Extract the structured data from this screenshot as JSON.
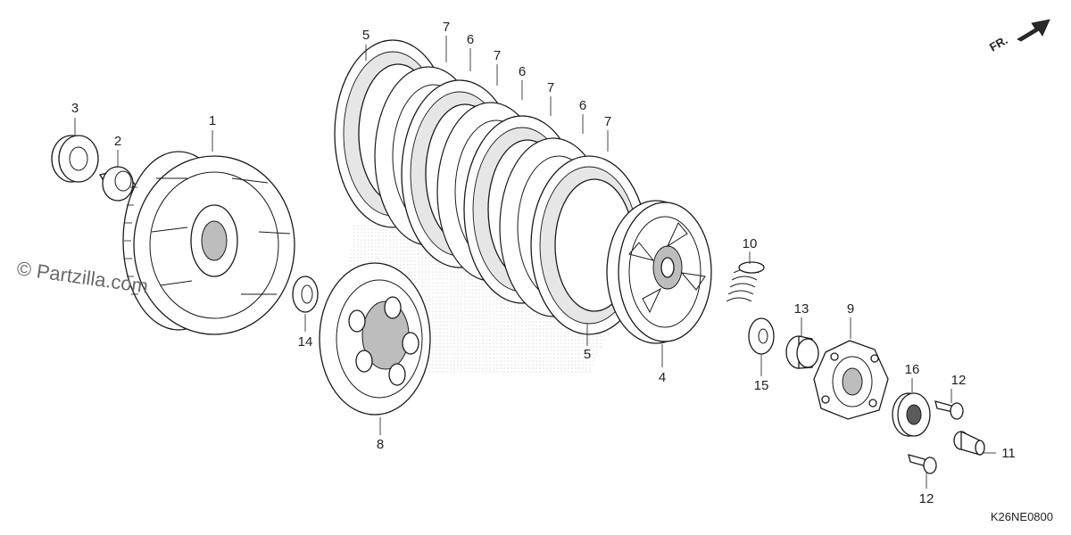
{
  "callouts": [
    {
      "label": "1"
    },
    {
      "label": "2"
    },
    {
      "label": "3"
    },
    {
      "label": "4"
    },
    {
      "label": "5"
    },
    {
      "label": "5"
    },
    {
      "label": "6"
    },
    {
      "label": "6"
    },
    {
      "label": "6"
    },
    {
      "label": "7"
    },
    {
      "label": "7"
    },
    {
      "label": "7"
    },
    {
      "label": "7"
    },
    {
      "label": "8"
    },
    {
      "label": "9"
    },
    {
      "label": "10"
    },
    {
      "label": "11"
    },
    {
      "label": "12"
    },
    {
      "label": "12"
    },
    {
      "label": "13"
    },
    {
      "label": "14"
    },
    {
      "label": "15"
    },
    {
      "label": "16"
    }
  ],
  "watermark": "© Partzilla.com",
  "diagram_code": "K26NE0800",
  "direction_marker": {
    "label": "FR.",
    "icon": "front-direction-arrow-icon"
  }
}
